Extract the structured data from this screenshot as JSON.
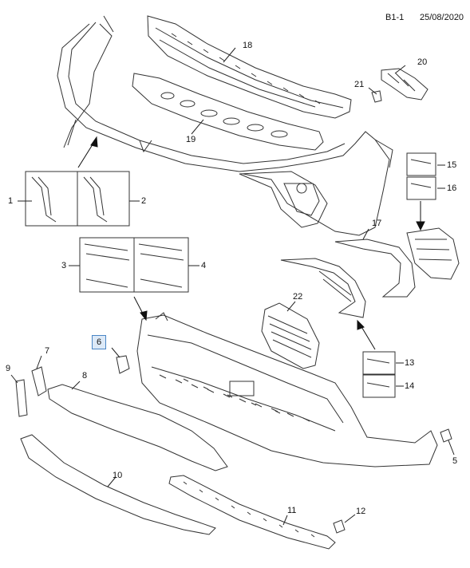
{
  "header": {
    "code": "B1-1",
    "date": "25/08/2020"
  },
  "callouts": {
    "c1": "1",
    "c2": "2",
    "c3": "3",
    "c4": "4",
    "c5": "5",
    "c6": "6",
    "c7": "7",
    "c8": "8",
    "c9": "9",
    "c10": "10",
    "c11": "11",
    "c12": "12",
    "c13": "13",
    "c14": "14",
    "c15": "15",
    "c16": "16",
    "c17": "17",
    "c18": "18",
    "c19": "19",
    "c20": "20",
    "c21": "21",
    "c22": "22"
  },
  "highlighted_callout": "6",
  "colors": {
    "line": "#333333",
    "highlight_border": "#4a86c5",
    "highlight_fill": "#dce9f7"
  }
}
